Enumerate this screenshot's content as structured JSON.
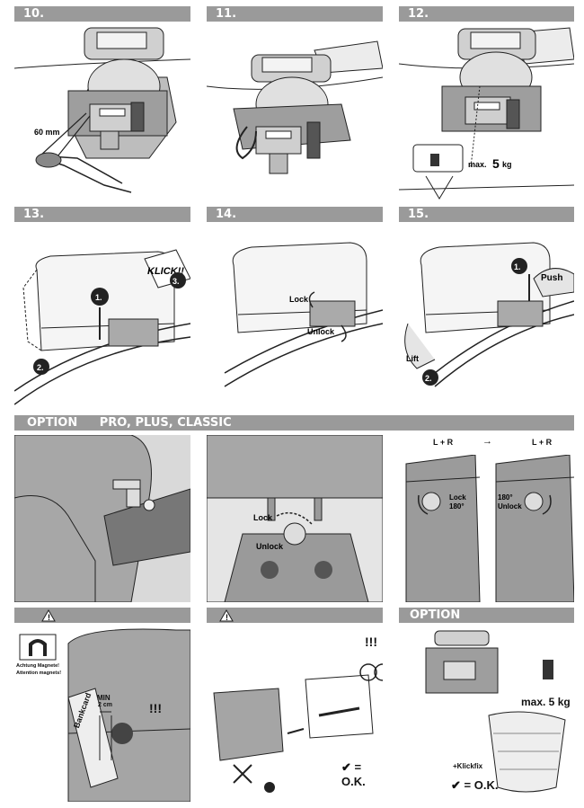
{
  "steps": {
    "s10": "10.",
    "s11": "11.",
    "s12": "12.",
    "s13": "13.",
    "s14": "14.",
    "s15": "15."
  },
  "panel10": {
    "dimension": "60 mm"
  },
  "panel12": {
    "max_label": "max.",
    "max_value": "5",
    "max_unit": "kg"
  },
  "panel13": {
    "klick": "KLICK!!",
    "n1": "1.",
    "n2": "2.",
    "n3": "3."
  },
  "panel14": {
    "lock": "Lock",
    "unlock": "Unlock"
  },
  "panel15": {
    "push": "Push",
    "lift": "Lift",
    "n1": "1.",
    "n2": "2."
  },
  "option_bar": {
    "label": "OPTION",
    "models": "PRO, PLUS, CLASSIC"
  },
  "option_mid": {
    "lock": "Lock",
    "unlock": "Unlock"
  },
  "option_right": {
    "lr_left": "L + R",
    "arrow": "→",
    "lr_right": "L + R",
    "lock": "Lock",
    "lock_deg": "180°",
    "deg": "180°",
    "unlock": "Unlock"
  },
  "warning1": {
    "sign_line1": "Achtung Magnete!",
    "sign_line2": "Attention magnets!",
    "card": "Bankcard",
    "min": "MIN",
    "min_dist": "2 cm",
    "excl": "!!!"
  },
  "warning2": {
    "excl": "!!!",
    "ok": "= O.K."
  },
  "option_bottom": {
    "label": "OPTION",
    "max": "max. 5 kg",
    "klickfix": "+Klickfix",
    "ok": "= O.K."
  },
  "colors": {
    "header_bg": "#9a9a9a",
    "panel_bg": "#d9d9d9",
    "stroke": "#222222"
  }
}
